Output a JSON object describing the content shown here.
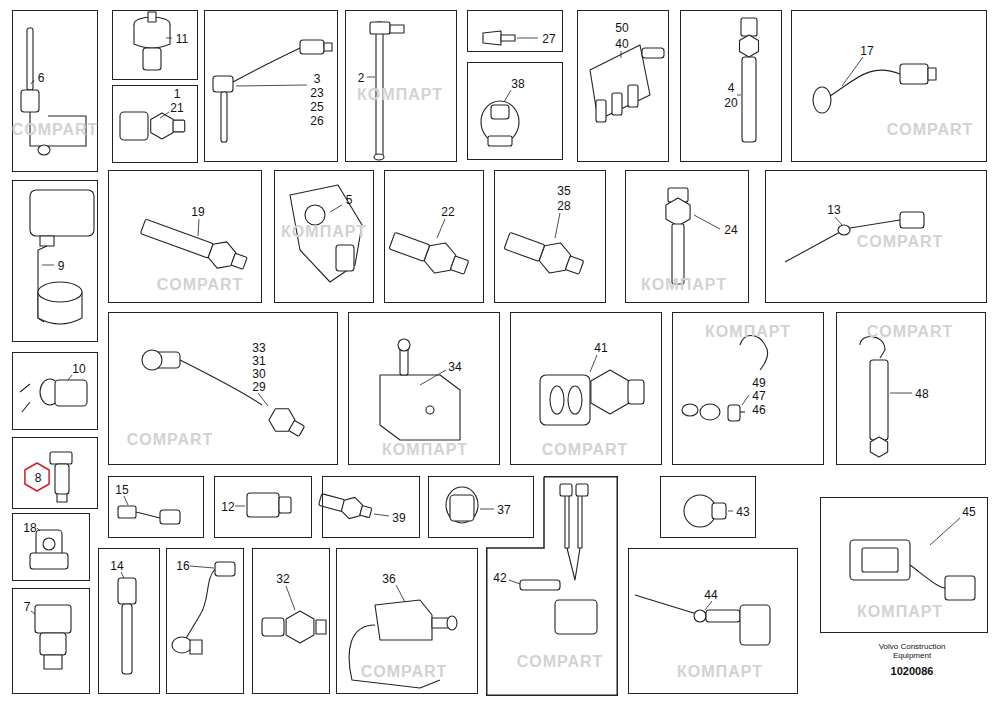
{
  "diagram": {
    "nodes": [
      {
        "text": [
          "6"
        ]
      },
      {
        "text": [
          "11"
        ]
      },
      {
        "text": [
          "1",
          "21"
        ]
      },
      {
        "text": [
          "3",
          "23",
          "25",
          "26"
        ]
      },
      {
        "text": [
          "2"
        ]
      },
      {
        "text": [
          "27"
        ]
      },
      {
        "text": [
          "38"
        ]
      },
      {
        "text": [
          "50",
          "40"
        ]
      },
      {
        "text": [
          "4",
          "20"
        ]
      },
      {
        "text": [
          "17"
        ]
      },
      {
        "text": [
          "9"
        ]
      },
      {
        "text": [
          "19"
        ]
      },
      {
        "text": [
          "5"
        ]
      },
      {
        "text": [
          "22"
        ]
      },
      {
        "text": [
          "35",
          "28"
        ]
      },
      {
        "text": [
          "24"
        ]
      },
      {
        "text": [
          "13"
        ]
      },
      {
        "text": [
          "10"
        ]
      },
      {
        "text": [
          "33",
          "31",
          "30",
          "29"
        ]
      },
      {
        "text": [
          "34"
        ]
      },
      {
        "text": [
          "41"
        ]
      },
      {
        "text": [
          "49",
          "47",
          "46"
        ]
      },
      {
        "text": [
          "48"
        ]
      },
      {
        "text": [
          "8"
        ]
      },
      {
        "text": [
          "15"
        ]
      },
      {
        "text": [
          "12"
        ]
      },
      {
        "text": [
          "39"
        ]
      },
      {
        "text": [
          "37"
        ]
      },
      {
        "text": [
          "42"
        ]
      },
      {
        "text": [
          "43"
        ]
      },
      {
        "text": [
          "45"
        ]
      },
      {
        "text": [
          "18"
        ]
      },
      {
        "text": [
          "14"
        ]
      },
      {
        "text": [
          "16"
        ]
      },
      {
        "text": [
          "32"
        ]
      },
      {
        "text": [
          "36"
        ]
      },
      {
        "text": [
          "44"
        ]
      },
      {
        "text": [
          "7"
        ]
      }
    ],
    "labels": [
      "Volvo Construction Equipment",
      "1020086",
      "COMPART",
      "КОМПАРТ",
      "COMPART",
      "КОМПАРТ",
      "COMPART",
      "КОМПАРТ",
      "COMPART",
      "COMPART",
      "КОМПАРТ",
      "COMPART",
      "КОМПАРТ",
      "COMPART",
      "КОМПАРТ",
      "COMPART",
      "КОМПАРТ",
      "COMPART"
    ]
  }
}
